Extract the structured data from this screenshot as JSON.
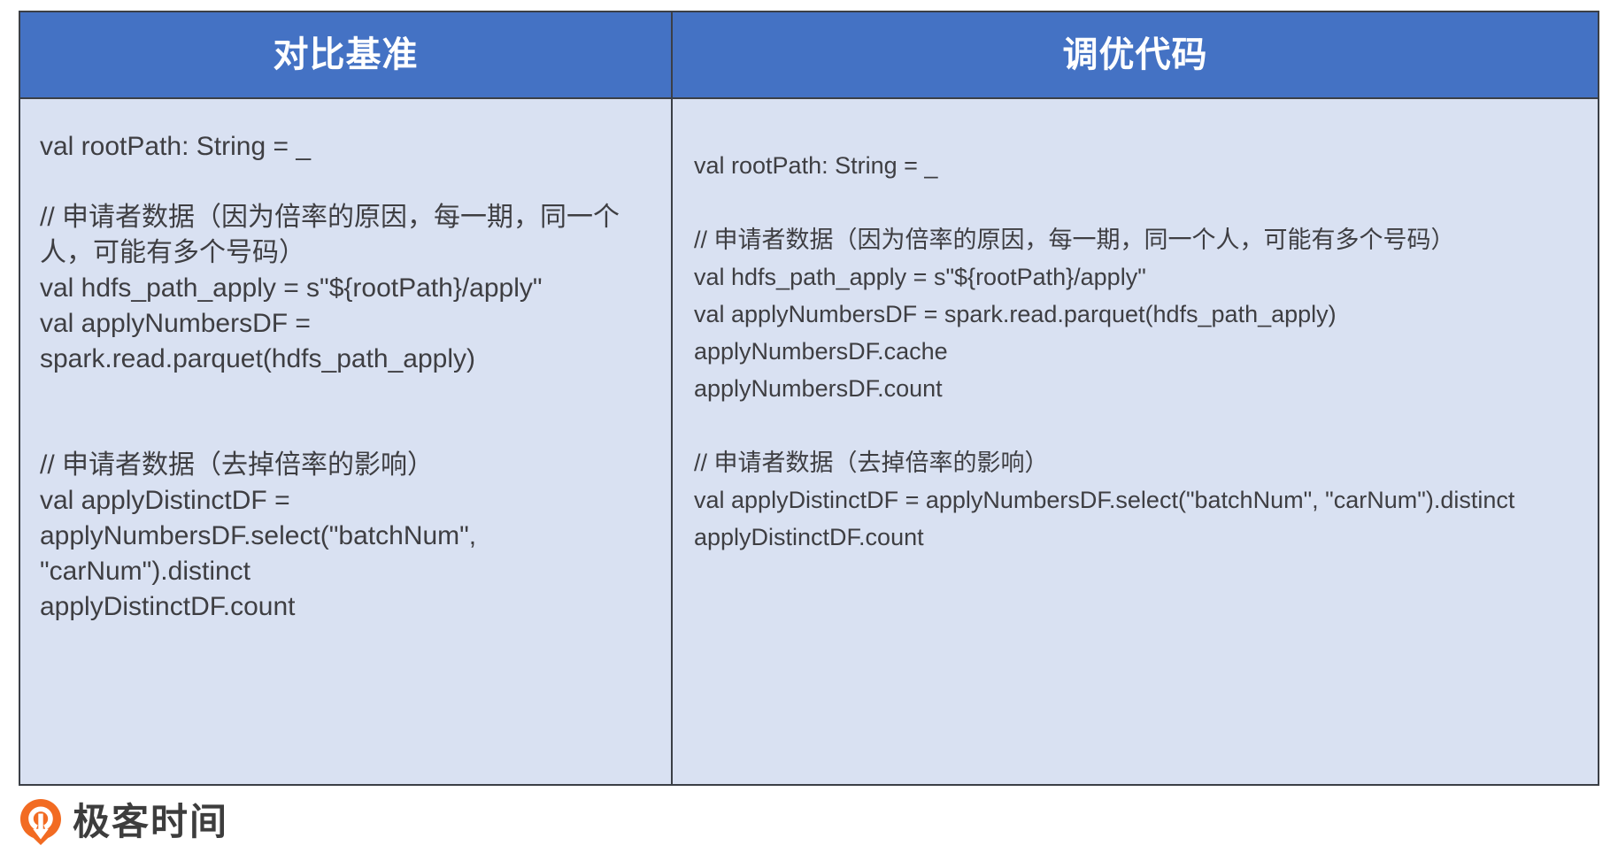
{
  "slide": {
    "colors": {
      "header_bg": "#4472C4",
      "header_text": "#FFFFFF",
      "cell_bg": "#D9E1F2",
      "border": "#3B3F46",
      "code_text": "#3E3E42",
      "brand_orange": "#F26B22",
      "brand_text": "#3D3D3D"
    }
  },
  "table": {
    "columns": [
      {
        "id": "baseline",
        "header": "对比基准",
        "code": "val rootPath: String = _\n\n// 申请者数据（因为倍率的原因，每一期，同一个人，可能有多个号码）\nval hdfs_path_apply = s\"${rootPath}/apply\"\nval applyNumbersDF = spark.read.parquet(hdfs_path_apply)\n\n\n// 申请者数据（去掉倍率的影响）\nval applyDistinctDF = applyNumbersDF.select(\"batchNum\", \"carNum\").distinct\napplyDistinctDF.count"
      },
      {
        "id": "optimized",
        "header": "调优代码",
        "code": "val rootPath: String = _\n\n// 申请者数据（因为倍率的原因，每一期，同一个人，可能有多个号码）\nval hdfs_path_apply = s\"${rootPath}/apply\"\nval applyNumbersDF = spark.read.parquet(hdfs_path_apply)\napplyNumbersDF.cache\napplyNumbersDF.count\n\n// 申请者数据（去掉倍率的影响）\nval applyDistinctDF = applyNumbersDF.select(\"batchNum\", \"carNum\").distinct\napplyDistinctDF.count"
      }
    ]
  },
  "brand": {
    "name": "极客时间",
    "logo_icon": "geekbang-pin-arrow-icon"
  }
}
